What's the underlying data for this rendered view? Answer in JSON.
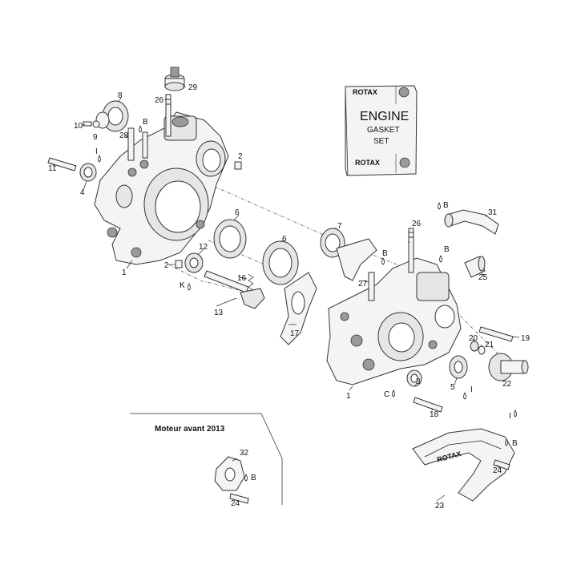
{
  "gasket_set": {
    "brand_top": "ROTAX",
    "title": "ENGINE",
    "line2": "GASKET",
    "line3": "SET",
    "brand_bottom": "ROTAX"
  },
  "note": {
    "text": "Moteur avant 2013"
  },
  "cover_brand": "ROTAX",
  "callouts": {
    "c29": "29",
    "c26a": "26",
    "c8": "8",
    "c10": "10",
    "c9": "9",
    "c28": "28",
    "cBa": "B",
    "c2a": "2",
    "cIa": "I",
    "c11": "11",
    "c4": "4",
    "c1a": "1",
    "c6a": "6",
    "c12": "12",
    "c2b": "2",
    "cK": "K",
    "c16": "16",
    "c13": "13",
    "c7": "7",
    "c6b": "6",
    "c26b": "26",
    "cBb": "B",
    "c27": "27",
    "c17": "17",
    "cBc": "B",
    "c31": "31",
    "cBd": "B",
    "c25": "25",
    "c19": "19",
    "c20": "20",
    "c21": "21",
    "c5": "5",
    "cIb": "I",
    "c22": "22",
    "c3": "3",
    "cC": "C",
    "c1b": "1",
    "c18": "18",
    "cIc": "I",
    "c32": "32",
    "cBe": "B",
    "c24a": "24",
    "cBf": "B",
    "c24b": "24",
    "c23": "23"
  }
}
